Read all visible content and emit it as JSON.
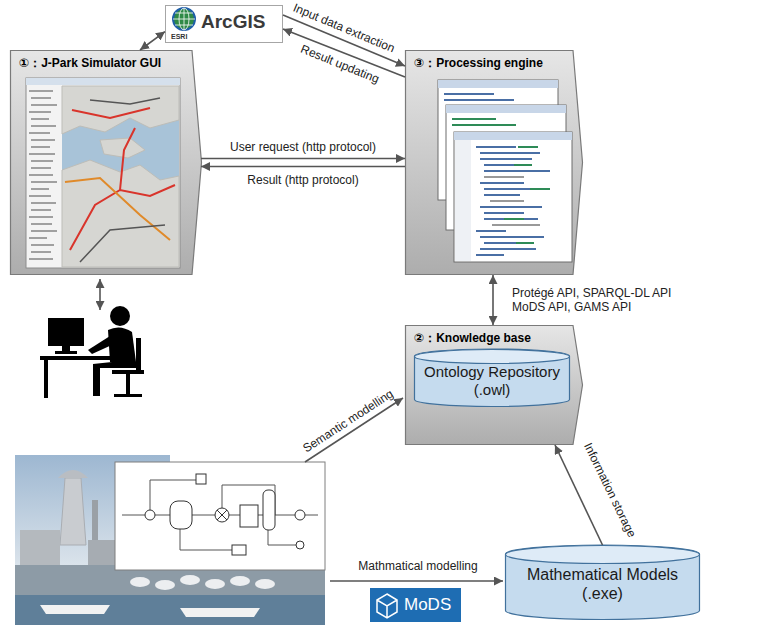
{
  "diagram": {
    "nodes": [
      {
        "text": [
          "ArcGIS",
          "ESRI"
        ]
      },
      {
        "text": [
          "①：J-Park Simulator GUI"
        ]
      },
      {
        "text": [
          "③：Processing engine"
        ]
      },
      {
        "text": [
          "②：Knowledge base"
        ]
      },
      {
        "text": [
          "Ontology Repository (.owl)"
        ],
        "in": 3
      },
      {
        "text": [
          "Mathematical Models (.exe)"
        ]
      },
      {
        "text": [
          "MoDS"
        ]
      }
    ],
    "edges": [
      {
        "from": 0,
        "to": 1,
        "arrow": "both"
      },
      {
        "from": 0,
        "to": 2,
        "label": "Input data extraction",
        "arrow": "to"
      },
      {
        "from": 2,
        "to": 0,
        "label": "Result updating",
        "arrow": "to"
      },
      {
        "from": 1,
        "to": 2,
        "label": "User request (http protocol)",
        "arrow": "to"
      },
      {
        "from": 2,
        "to": 1,
        "label": "Result (http protocol)",
        "arrow": "to"
      },
      {
        "from": 2,
        "to": 3,
        "label": "Protégé API, SPARQL-DL API MoDS API, GAMS API",
        "arrow": "both"
      },
      {
        "from": 5,
        "to": 3,
        "label": "Information storage",
        "arrow": "to"
      }
    ],
    "labels": [
      "Semantic modelling",
      "Mathmatical modelling"
    ]
  }
}
